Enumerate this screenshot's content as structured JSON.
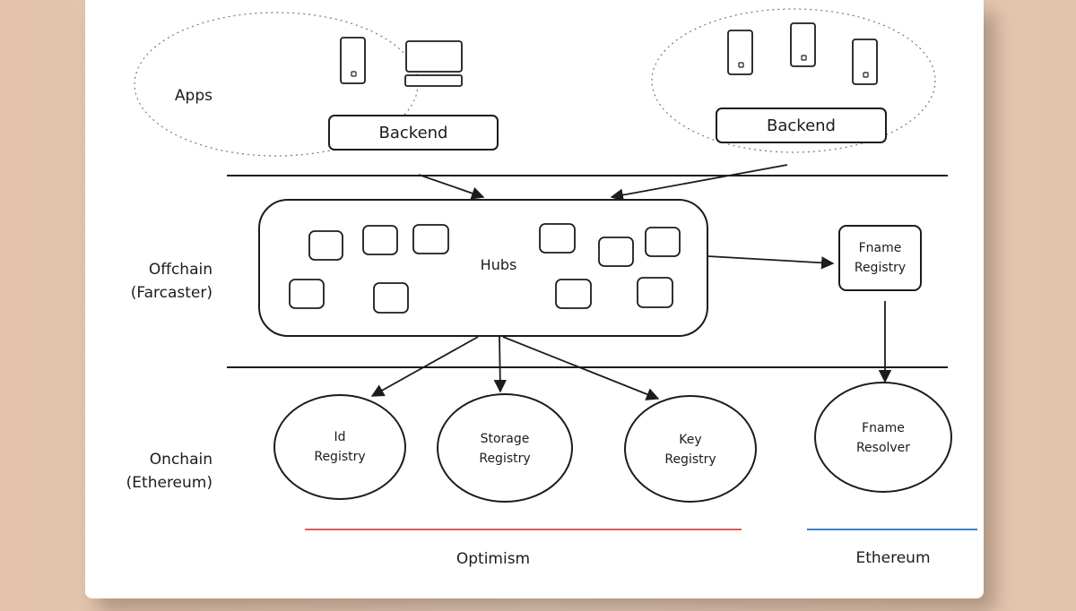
{
  "layers": {
    "apps": "Apps",
    "offchain": [
      "Offchain",
      "(Farcaster)"
    ],
    "onchain": [
      "Onchain",
      "(Ethereum)"
    ]
  },
  "apps": [
    {
      "backend_label": "Backend"
    },
    {
      "backend_label": "Backend"
    }
  ],
  "hubs": {
    "label": "Hubs"
  },
  "fname_registry": [
    "Fname",
    "Registry"
  ],
  "onchain_nodes": {
    "id_registry": [
      "Id",
      "Registry"
    ],
    "storage_registry": [
      "Storage",
      "Registry"
    ],
    "key_registry": [
      "Key",
      "Registry"
    ],
    "fname_resolver": [
      "Fname",
      "Resolver"
    ]
  },
  "networks": {
    "optimism": {
      "label": "Optimism",
      "color": "#e05a5a"
    },
    "ethereum": {
      "label": "Ethereum",
      "color": "#3a82c8"
    }
  },
  "icons": [
    "phone-icon",
    "laptop-icon",
    "hub-node-icon",
    "arrow-icon"
  ]
}
